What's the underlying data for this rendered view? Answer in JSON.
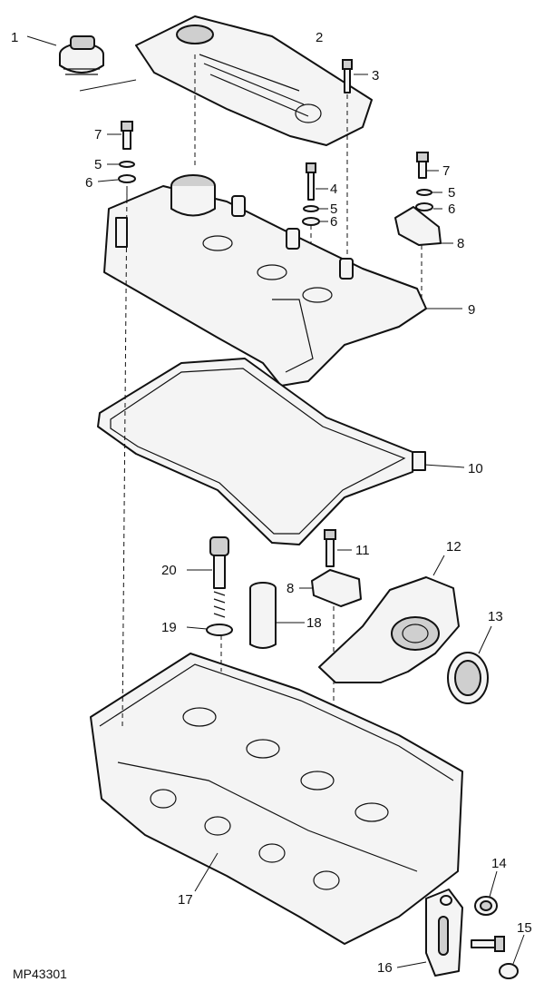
{
  "figure_id": "MP43301",
  "callouts": [
    {
      "id": "c1",
      "label": "1"
    },
    {
      "id": "c2",
      "label": "2"
    },
    {
      "id": "c3",
      "label": "3"
    },
    {
      "id": "c4",
      "label": "4"
    },
    {
      "id": "c5a",
      "label": "5"
    },
    {
      "id": "c6a",
      "label": "6"
    },
    {
      "id": "c7a",
      "label": "7"
    },
    {
      "id": "c5b",
      "label": "5"
    },
    {
      "id": "c6b",
      "label": "6"
    },
    {
      "id": "c5c",
      "label": "5"
    },
    {
      "id": "c6c",
      "label": "6"
    },
    {
      "id": "c7b",
      "label": "7"
    },
    {
      "id": "c8a",
      "label": "8"
    },
    {
      "id": "c8b",
      "label": "8"
    },
    {
      "id": "c9",
      "label": "9"
    },
    {
      "id": "c10",
      "label": "10"
    },
    {
      "id": "c11",
      "label": "11"
    },
    {
      "id": "c12",
      "label": "12"
    },
    {
      "id": "c13",
      "label": "13"
    },
    {
      "id": "c14",
      "label": "14"
    },
    {
      "id": "c15",
      "label": "15"
    },
    {
      "id": "c16",
      "label": "16"
    },
    {
      "id": "c17",
      "label": "17"
    },
    {
      "id": "c18",
      "label": "18"
    },
    {
      "id": "c19",
      "label": "19"
    },
    {
      "id": "c20",
      "label": "20"
    }
  ]
}
